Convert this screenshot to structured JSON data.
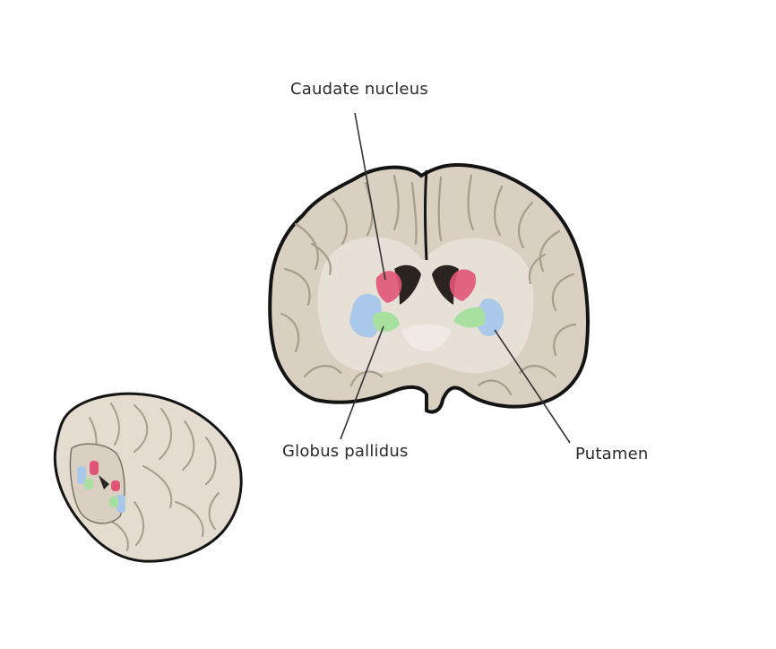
{
  "labels": {
    "caudate": "Caudate nucleus",
    "globus": "Globus pallidus",
    "putamen": "Putamen"
  },
  "colors": {
    "background": "#ffffff",
    "brain_tissue": "#d9d0c2",
    "brain_gyrus": "#e4dccf",
    "brain_outline": "#141414",
    "sulcus": "#a89c8a",
    "white_matter": "#e8e3da",
    "ventricle": "#2a2420",
    "caudate": "#e05577",
    "putamen": "#a9c8ea",
    "globus_pallidus": "#a8e0a0",
    "leader_line": "#333333",
    "label_text": "#2b2b2b"
  }
}
